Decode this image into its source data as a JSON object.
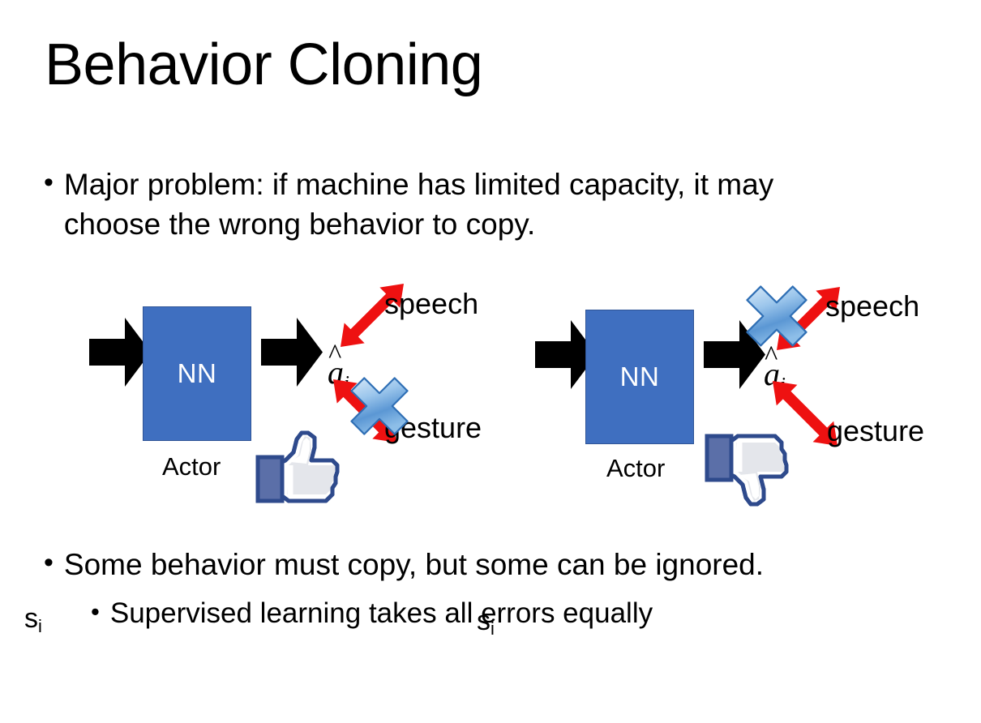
{
  "slide": {
    "title": "Behavior Cloning",
    "background_color": "#FFFFFF",
    "bullets": {
      "top": {
        "marker": "•",
        "text": "Major problem: if machine has limited capacity, it may choose the wrong behavior to copy."
      },
      "bottom_1": {
        "marker": "•",
        "text": "Some behavior must copy, but some can be ignored."
      },
      "bottom_2": {
        "marker": "•",
        "text": "Supervised learning takes all errors equally"
      }
    }
  },
  "colors": {
    "nn_box_fill": "#3F6FC0",
    "nn_box_border": "#2F5496",
    "arrow_black": "#000000",
    "double_arrow_red": "#EE1111",
    "cross_blue_light": "#BFD9F2",
    "cross_blue_dark": "#3E7BC4",
    "cross_outline": "#2F6FB5",
    "thumb_outline": "#2E4A8C",
    "thumb_cuff": "#5B6FA8",
    "thumb_fill": "#FFFFFF",
    "thumb_shadow": "#E3E5EA"
  },
  "diagrams": [
    {
      "id": "left",
      "state_label": "s",
      "state_subscript": "i",
      "nn_label": "NN",
      "nn_caption": "Actor",
      "action_label": "a",
      "action_subscript": "i",
      "outputs": [
        {
          "name": "speech",
          "position": "upper",
          "crossed_out": false
        },
        {
          "name": "gesture",
          "position": "lower",
          "crossed_out": true
        }
      ],
      "verdict_icon": "thumbs-up-icon",
      "verdict": "approved"
    },
    {
      "id": "right",
      "state_label": "s",
      "state_subscript": "i",
      "nn_label": "NN",
      "nn_caption": "Actor",
      "action_label": "a",
      "action_subscript": "i",
      "outputs": [
        {
          "name": "speech",
          "position": "upper",
          "crossed_out": true
        },
        {
          "name": "gesture",
          "position": "lower",
          "crossed_out": false
        }
      ],
      "verdict_icon": "thumbs-down-icon",
      "verdict": "rejected"
    }
  ]
}
